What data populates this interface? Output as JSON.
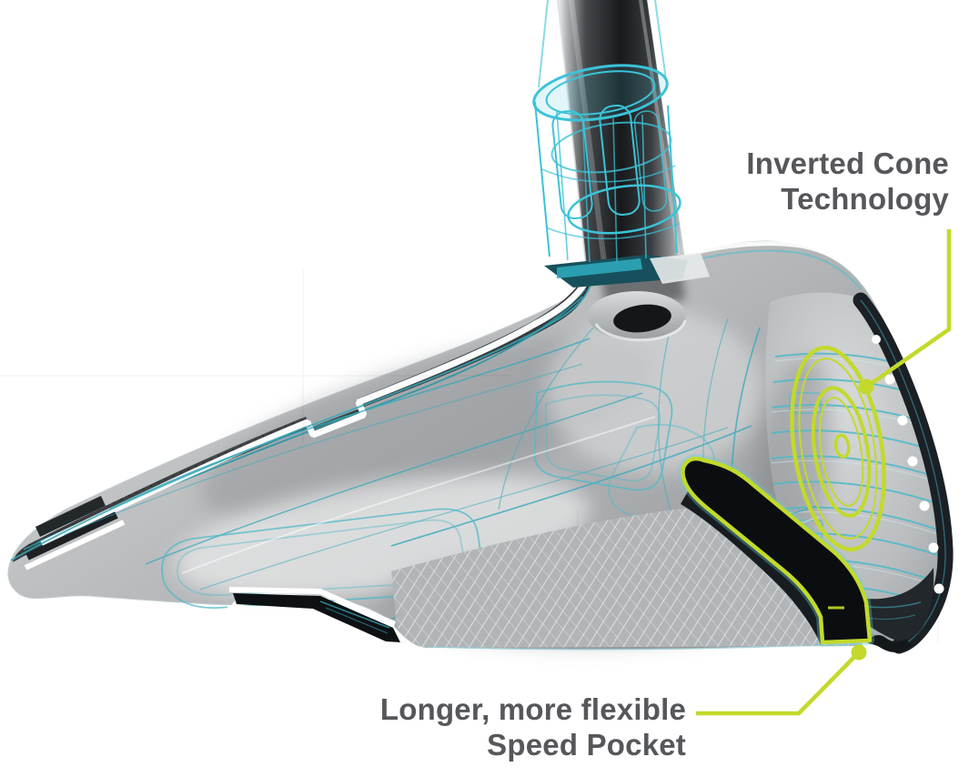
{
  "figure": {
    "title": "Golf driver head cutaway illustration",
    "annotations": {
      "inverted_cone": {
        "line1": "Inverted Cone",
        "line2": "Technology"
      },
      "speed_pocket": {
        "line1": "Longer, more flexible",
        "line2": "Speed Pocket"
      }
    },
    "colors": {
      "accent_green": "#c3d92b",
      "wireframe_teal": "#3cc3d8",
      "label_gray": "#55575a",
      "body_gray": "#c9cacc",
      "carbon_dark": "#2c3033",
      "face_edge_dark": "#1b2024",
      "background": "#ffffff"
    }
  }
}
